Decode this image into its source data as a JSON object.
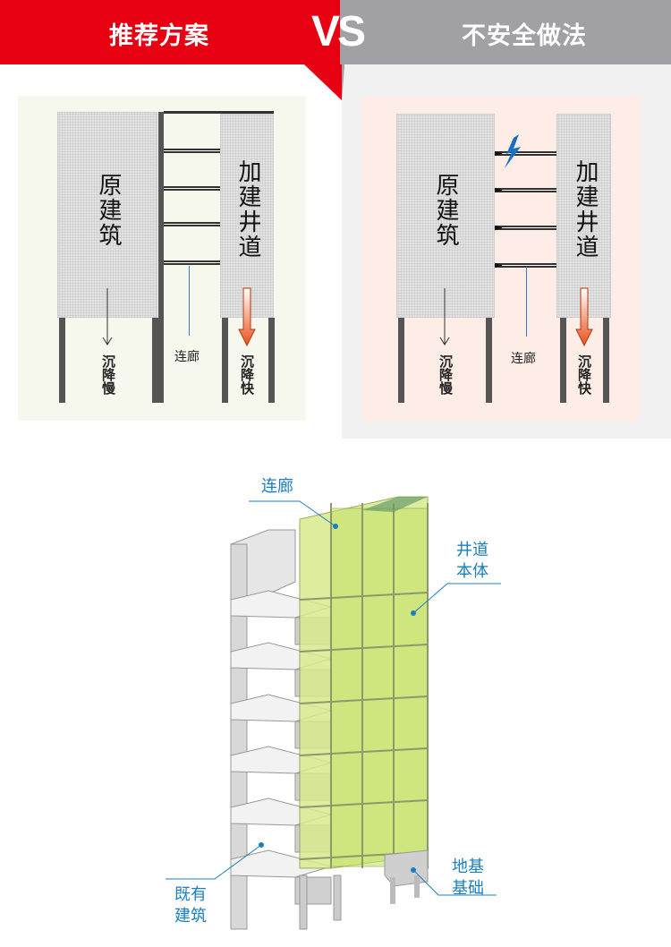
{
  "header": {
    "left_title": "推荐方案",
    "vs": "VS",
    "right_title": "不安全做法"
  },
  "left_diagram": {
    "building": "原建筑",
    "shaft": "加建井道",
    "building_settle": "沉降慢",
    "corridor": "连廊",
    "shaft_settle": "沉降快"
  },
  "right_diagram": {
    "building": "原建筑",
    "shaft": "加建井道",
    "building_settle": "沉降慢",
    "corridor": "连廊",
    "shaft_settle": "沉降快"
  },
  "illustration": {
    "corridor": "连廊",
    "shaft_body_1": "井道",
    "shaft_body_2": "本体",
    "existing_1": "既有",
    "existing_2": "建筑",
    "foundation_1": "地基",
    "foundation_2": "基础"
  },
  "colors": {
    "red": "#e60012",
    "gray": "#a0a0a5",
    "label_blue": "#1a7fc1",
    "arrow_orange": "#e8501a"
  }
}
